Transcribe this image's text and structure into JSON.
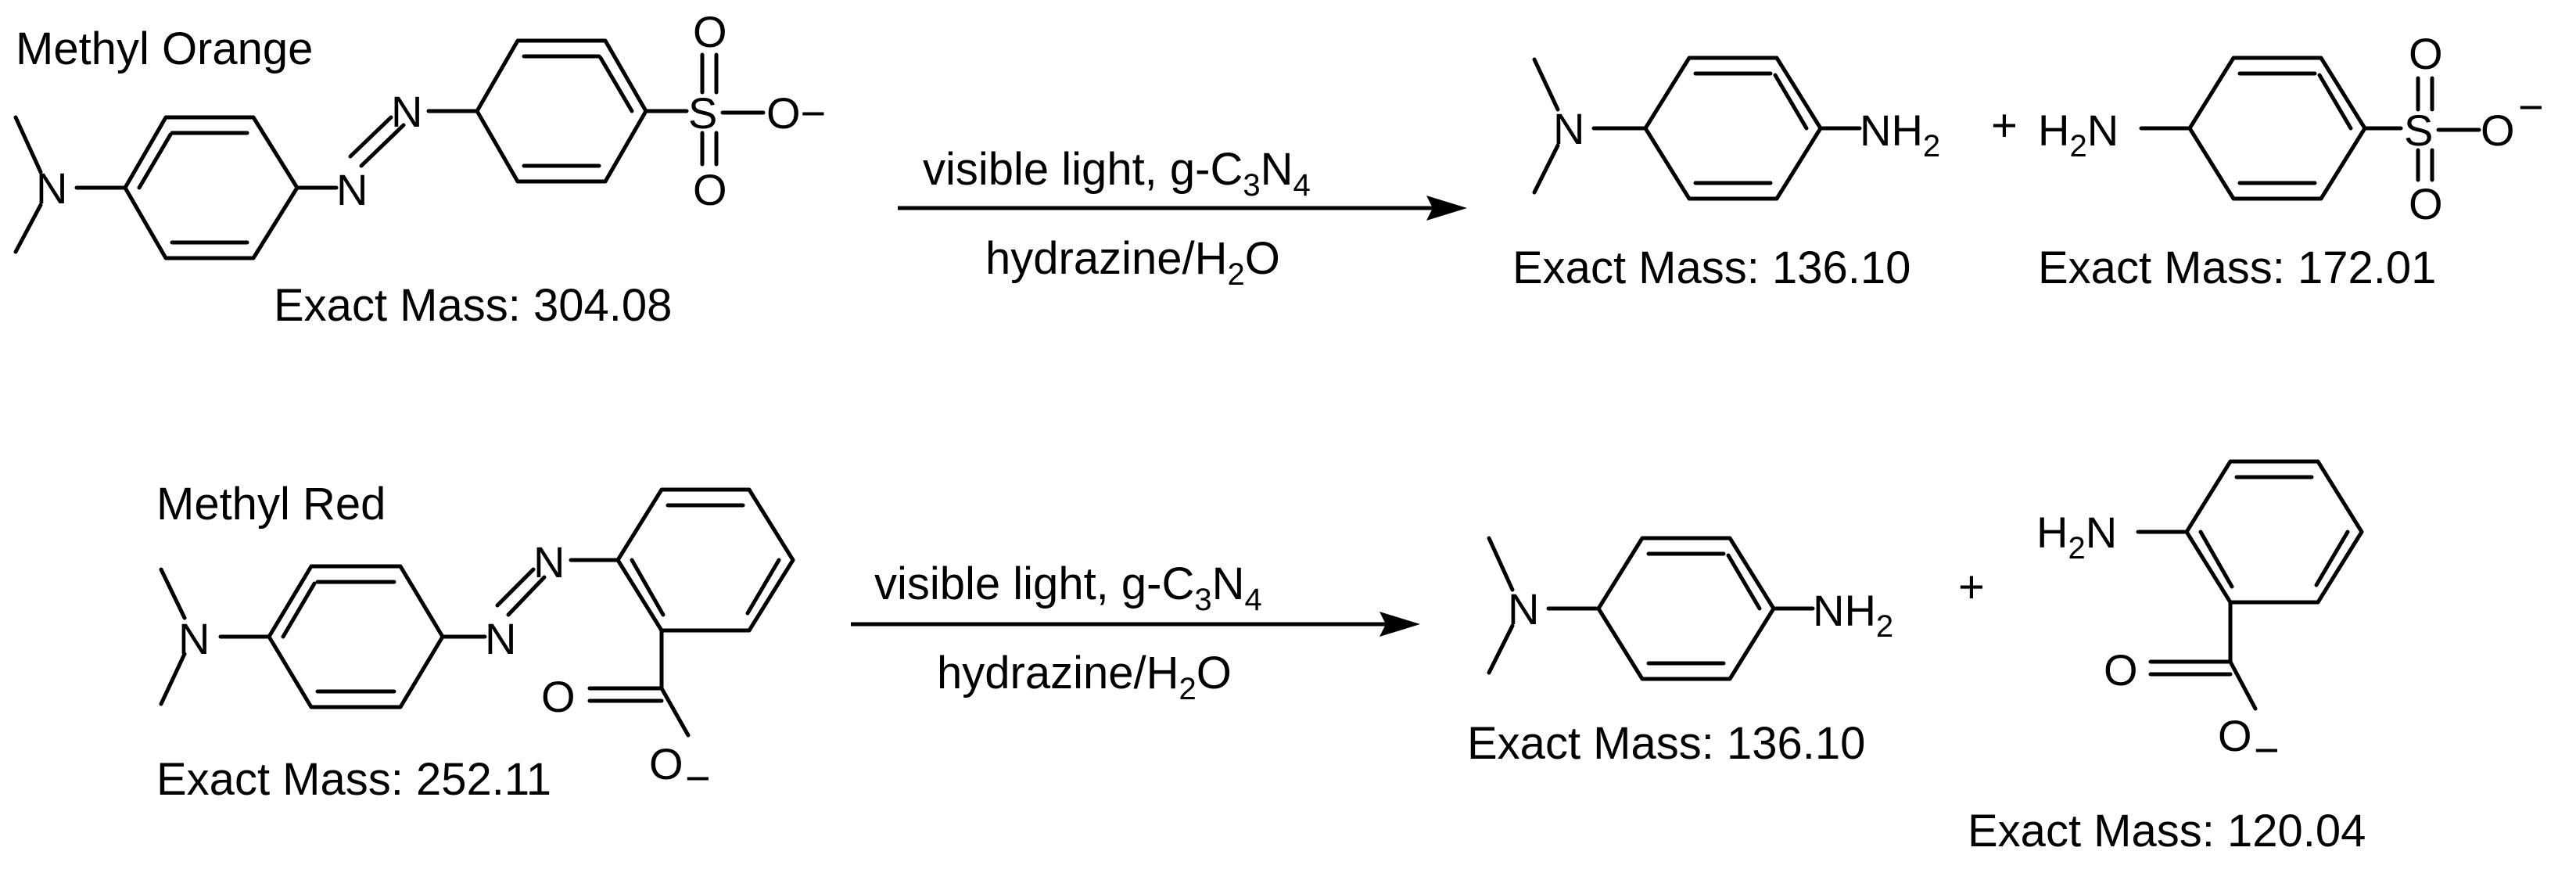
{
  "reactions": [
    {
      "reactant": {
        "name": "Methyl Orange",
        "mass": "Exact Mass: 304.08"
      },
      "conditions": {
        "top": "visible light, g-C",
        "top_sub1": "3",
        "top_mid": "N",
        "top_sub2": "4",
        "bottom": "hydrazine/H",
        "bottom_sub": "2",
        "bottom_end": "O"
      },
      "product1": {
        "mass": "Exact Mass: 136.10"
      },
      "plus": "+",
      "product2": {
        "mass": "Exact Mass: 172.01"
      }
    },
    {
      "reactant": {
        "name": "Methyl Red",
        "mass": "Exact Mass: 252.11"
      },
      "conditions": {
        "top": "visible light, g-C",
        "top_sub1": "3",
        "top_mid": "N",
        "top_sub2": "4",
        "bottom": "hydrazine/H",
        "bottom_sub": "2",
        "bottom_end": "O"
      },
      "product1": {
        "mass": "Exact Mass: 136.10"
      },
      "plus": "+",
      "product2": {
        "mass": "Exact Mass: 120.04"
      }
    }
  ],
  "atoms": {
    "N": "N",
    "NH": "NH",
    "H": "H",
    "two": "2",
    "S": "S",
    "O": "O",
    "O_minus": "O−",
    "minus": "−"
  }
}
